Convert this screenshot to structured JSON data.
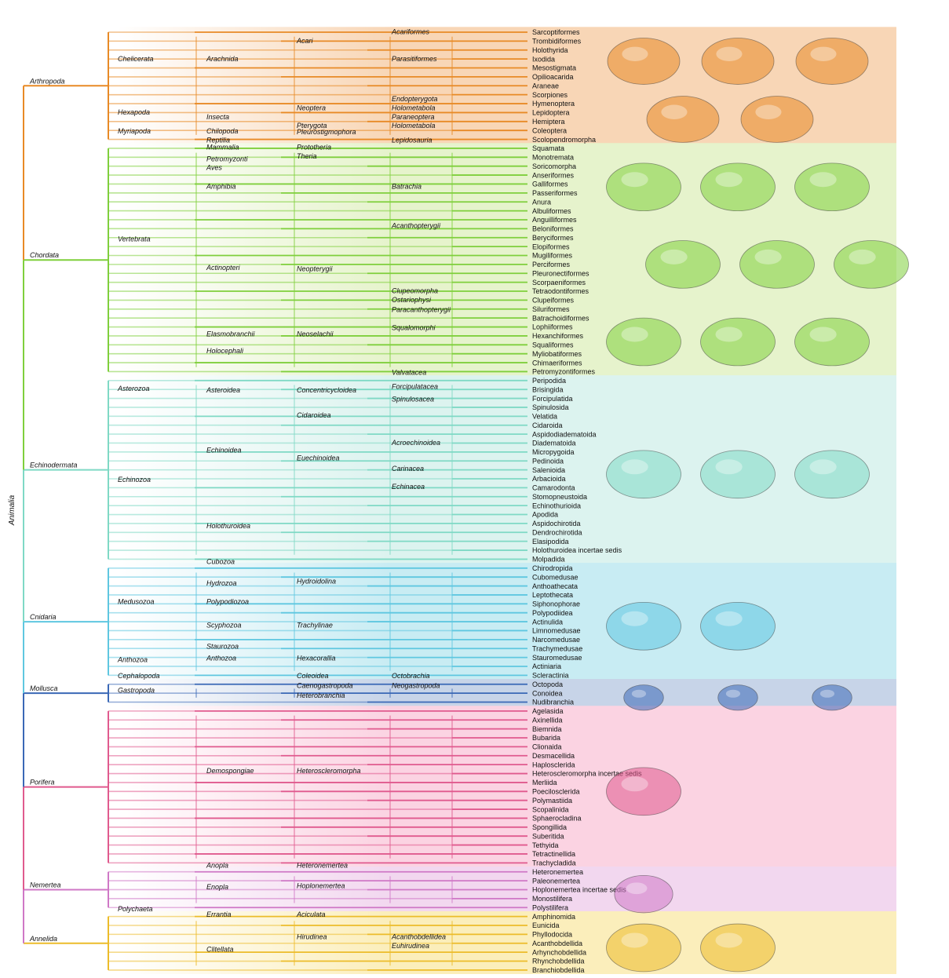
{
  "root": "Animalia",
  "phyla": [
    {
      "name": "Arthropoda",
      "color": "#e88a26",
      "band": "#f8d6b6",
      "leaves": [
        "Sarcoptiformes",
        "Trombidiformes",
        "Holothyrida",
        "Ixodida",
        "Mesostigmata",
        "Opilioacarida",
        "Araneae",
        "Scorpiones",
        "Hymenoptera",
        "Lepidoptera",
        "Hemiptera",
        "Coleoptera",
        "Scolopendromorpha"
      ],
      "labels": [
        {
          "text": "Chelicerata",
          "col": 1,
          "row": 3.5
        },
        {
          "text": "Arachnida",
          "col": 2,
          "row": 3.5
        },
        {
          "text": "Acari",
          "col": 3,
          "row": 1.5
        },
        {
          "text": "Acariformes",
          "col": 4,
          "row": 0.5
        },
        {
          "text": "Parasitiformes",
          "col": 4,
          "row": 3.5
        },
        {
          "text": "Hexapoda",
          "col": 1,
          "row": 9.5
        },
        {
          "text": "Insecta",
          "col": 2,
          "row": 10
        },
        {
          "text": "Neoptera",
          "col": 3,
          "row": 9
        },
        {
          "text": "Endopterygota",
          "col": 4,
          "row": 8
        },
        {
          "text": "Holometabola",
          "col": 4,
          "row": 9
        },
        {
          "text": "Paraneoptera",
          "col": 4,
          "row": 10
        },
        {
          "text": "Pterygota",
          "col": 3,
          "row": 11
        },
        {
          "text": "Holometabola",
          "col": 4,
          "row": 11
        },
        {
          "text": "Myriapoda",
          "col": 1,
          "row": 11.6
        },
        {
          "text": "Chilopoda",
          "col": 2,
          "row": 11.6
        },
        {
          "text": "Pleurostigmophora",
          "col": 3,
          "row": 11.7
        }
      ]
    },
    {
      "name": "Chordata",
      "color": "#7fcf3c",
      "band": "#e6f3cc",
      "leaves": [
        "Squamata",
        "Monotremata",
        "Soricomorpha",
        "Anseriformes",
        "Galliformes",
        "Passeriformes",
        "Anura",
        "Albuliformes",
        "Anguilliformes",
        "Beloniformes",
        "Beryciformes",
        "Elopiformes",
        "Mugiliformes",
        "Perciformes",
        "Pleuronectiformes",
        "Scorpaeniformes",
        "Tetraodontiformes",
        "Clupeiformes",
        "Siluriformes",
        "Batrachoidiformes",
        "Lophiiformes",
        "Hexanchiformes",
        "Squaliformes",
        "Myliobatiformes",
        "Chimaeriformes",
        "Petromyzontiformes"
      ],
      "labels": [
        {
          "text": "Reptilia",
          "col": 2,
          "row": -0.4
        },
        {
          "text": "Lepidosauria",
          "col": 4,
          "row": -0.4
        },
        {
          "text": "Mammalia",
          "col": 2,
          "row": 0.4
        },
        {
          "text": "Prototheria",
          "col": 3,
          "row": 0.4
        },
        {
          "text": "Theria",
          "col": 3,
          "row": 1.4
        },
        {
          "text": "Petromyzonti",
          "col": 2,
          "row": 1.7
        },
        {
          "text": "Aves",
          "col": 2,
          "row": 2.7
        },
        {
          "text": "Amphibia",
          "col": 2,
          "row": 4.8
        },
        {
          "text": "Batrachia",
          "col": 4,
          "row": 4.8
        },
        {
          "text": "Vertebrata",
          "col": 1,
          "row": 10.7
        },
        {
          "text": "Acanthopterygii",
          "col": 4,
          "row": 9.2
        },
        {
          "text": "Actinopteri",
          "col": 2,
          "row": 13.9
        },
        {
          "text": "Neopterygii",
          "col": 3,
          "row": 14
        },
        {
          "text": "Clupeomorpha",
          "col": 4,
          "row": 16.5
        },
        {
          "text": "Ostariophysi",
          "col": 4,
          "row": 17.5
        },
        {
          "text": "Paracanthopterygii",
          "col": 4,
          "row": 18.6
        },
        {
          "text": "Squalomorphi",
          "col": 4,
          "row": 20.6
        },
        {
          "text": "Elasmobranchii",
          "col": 2,
          "row": 21.3
        },
        {
          "text": "Neoselachii",
          "col": 3,
          "row": 21.3
        },
        {
          "text": "Holocephali",
          "col": 2,
          "row": 23.2
        }
      ]
    },
    {
      "name": "Echinodermata",
      "color": "#7fd9c5",
      "band": "#dcf3ef",
      "leaves": [
        "Peripodida",
        "Brisingida",
        "Forcipulatida",
        "Spinulosida",
        "Velatida",
        "Cidaroida",
        "Aspidodiadematoida",
        "Diadematoida",
        "Micropygoida",
        "Pedinoida",
        "Salenioida",
        "Arbacioida",
        "Camarodonta",
        "Stomopneustoida",
        "Echinothurioida",
        "Apodida",
        "Aspidochirotida",
        "Dendrochirotida",
        "Elasipodida",
        "Holothuroidea incertae sedis",
        "Molpadida"
      ],
      "labels": [
        {
          "text": "Valvatacea",
          "col": 4,
          "row": -0.4
        },
        {
          "text": "Asterozoa",
          "col": 1,
          "row": 1.4
        },
        {
          "text": "Asteroidea",
          "col": 2,
          "row": 1.6
        },
        {
          "text": "Concentricycloidea",
          "col": 3,
          "row": 1.6
        },
        {
          "text": "Forcipulatacea",
          "col": 4,
          "row": 1.2
        },
        {
          "text": "Spinulosacea",
          "col": 4,
          "row": 2.6
        },
        {
          "text": "Cidaroidea",
          "col": 3,
          "row": 4.4
        },
        {
          "text": "Acroechinoidea",
          "col": 4,
          "row": 7.5
        },
        {
          "text": "Echinoidea",
          "col": 2,
          "row": 8.3
        },
        {
          "text": "Euechinoidea",
          "col": 3,
          "row": 9.2
        },
        {
          "text": "Carinacea",
          "col": 4,
          "row": 10.4
        },
        {
          "text": "Echinozoa",
          "col": 1,
          "row": 11.6
        },
        {
          "text": "Echinacea",
          "col": 4,
          "row": 12.4
        },
        {
          "text": "Holothuroidea",
          "col": 2,
          "row": 16.8
        }
      ]
    },
    {
      "name": "Cnidaria",
      "color": "#5fc7e0",
      "band": "#c8ecf3",
      "leaves": [
        "Chirodropida",
        "Cubomedusae",
        "Anthoathecata",
        "Leptothecata",
        "Siphonophorae",
        "Polypodiidea",
        "Actinulida",
        "Limnomedusae",
        "Narcomedusae",
        "Trachymedusae",
        "Stauromedusae",
        "Actiniaria",
        "Scleractinia"
      ],
      "labels": [
        {
          "text": "Cubozoa",
          "col": 2,
          "row": -0.2
        },
        {
          "text": "Hydrozoa",
          "col": 2,
          "row": 2.2
        },
        {
          "text": "Hydroidolina",
          "col": 3,
          "row": 2
        },
        {
          "text": "Medusozoa",
          "col": 1,
          "row": 4.3
        },
        {
          "text": "Polypodiozoa",
          "col": 2,
          "row": 4.3
        },
        {
          "text": "Scyphozoa",
          "col": 2,
          "row": 6.9
        },
        {
          "text": "Trachylinae",
          "col": 3,
          "row": 6.9
        },
        {
          "text": "Staurozoa",
          "col": 2,
          "row": 9.3
        },
        {
          "text": "Anthozoa",
          "col": 1,
          "row": 10.8
        },
        {
          "text": "Anthozoa",
          "col": 2,
          "row": 10.6
        },
        {
          "text": "Hexacorallia",
          "col": 3,
          "row": 10.6
        }
      ]
    },
    {
      "name": "Mollusca",
      "color": "#3a68b6",
      "band": "#c7d4e8",
      "leaves": [
        "Octopoda",
        "Conoidea",
        "Nudibranchia"
      ],
      "labels": [
        {
          "text": "Cephalopoda",
          "col": 1,
          "row": -0.4
        },
        {
          "text": "Coleoidea",
          "col": 3,
          "row": -0.4
        },
        {
          "text": "Octobrachia",
          "col": 4,
          "row": -0.4
        },
        {
          "text": "Gastropoda",
          "col": 1,
          "row": 1.2
        },
        {
          "text": "Caenogastropoda",
          "col": 3,
          "row": 0.7
        },
        {
          "text": "Neogastropoda",
          "col": 4,
          "row": 0.7
        },
        {
          "text": "Heterobranchia",
          "col": 3,
          "row": 1.8
        }
      ]
    },
    {
      "name": "Porifera",
      "color": "#e05a8e",
      "band": "#fbd3e2",
      "leaves": [
        "Agelasida",
        "Axinellida",
        "Biemnida",
        "Bubarida",
        "Clionaida",
        "Desmacellida",
        "Haplosclerida",
        "Heteroscleromorpha incertae sedis",
        "Merliida",
        "Poecilosclerida",
        "Polymastiida",
        "Scopalinida",
        "Sphaerocladina",
        "Spongillida",
        "Suberitida",
        "Tethyida",
        "Tetractinellida",
        "Trachycladida"
      ],
      "labels": [
        {
          "text": "Demospongiae",
          "col": 2,
          "row": 7.2
        },
        {
          "text": "Heteroscleromorpha",
          "col": 3,
          "row": 7.2
        }
      ]
    },
    {
      "name": "Nemertea",
      "color": "#cf78c6",
      "band": "#f2d7ef",
      "leaves": [
        "Heteronemertea",
        "Paleonemertea",
        "Hoplonemertea incertae sedis",
        "Monostilifera",
        "Polystilifera"
      ],
      "labels": [
        {
          "text": "Anopla",
          "col": 2,
          "row": -0.2
        },
        {
          "text": "Heteronemertea",
          "col": 3,
          "row": -0.2
        },
        {
          "text": "Enopla",
          "col": 2,
          "row": 2.2
        },
        {
          "text": "Hoplonemertea",
          "col": 3,
          "row": 2.1
        }
      ]
    },
    {
      "name": "Annelida",
      "color": "#ecbc2a",
      "band": "#fbeebb",
      "leaves": [
        "Amphinomida",
        "Eunicida",
        "Phyllodocida",
        "Acanthobdellida",
        "Arhynchobdellida",
        "Rhynchobdellida",
        "Branchiobdellida"
      ],
      "labels": [
        {
          "text": "Polychaeta",
          "col": 1,
          "row": -0.3
        },
        {
          "text": "Errantia",
          "col": 2,
          "row": 0.3
        },
        {
          "text": "Aciculata",
          "col": 3,
          "row": 0.3
        },
        {
          "text": "Hirudinea",
          "col": 3,
          "row": 2.8
        },
        {
          "text": "Acanthobdellidea",
          "col": 4,
          "row": 2.8
        },
        {
          "text": "Clitellata",
          "col": 2,
          "row": 4.2
        },
        {
          "text": "Euhirudinea",
          "col": 4,
          "row": 3.8
        }
      ]
    }
  ],
  "illustrations": [
    {
      "name": "tick-illustration",
      "phylum": 0
    },
    {
      "name": "spider-illustration",
      "phylum": 0
    },
    {
      "name": "scorpion-illustration",
      "phylum": 0
    },
    {
      "name": "wasp-illustration",
      "phylum": 0
    },
    {
      "name": "centipede-illustration",
      "phylum": 0
    },
    {
      "name": "snake-illustration",
      "phylum": 1
    },
    {
      "name": "platypus-illustration",
      "phylum": 1
    },
    {
      "name": "goose-illustration",
      "phylum": 1
    },
    {
      "name": "frog-illustration",
      "phylum": 1
    },
    {
      "name": "lionfish-illustration",
      "phylum": 1
    },
    {
      "name": "eel-illustration",
      "phylum": 1
    },
    {
      "name": "catfish-illustration",
      "phylum": 1
    },
    {
      "name": "ray-illustration",
      "phylum": 1
    },
    {
      "name": "shark-illustration",
      "phylum": 1
    },
    {
      "name": "starfish-illustration",
      "phylum": 2
    },
    {
      "name": "urchin-illustration",
      "phylum": 2
    },
    {
      "name": "sea-cucumber-illustration",
      "phylum": 2
    },
    {
      "name": "jellyfish-illustration",
      "phylum": 3
    },
    {
      "name": "siphonophore-illustration",
      "phylum": 3
    },
    {
      "name": "octopus-illustration",
      "phylum": 4
    },
    {
      "name": "cone-snail-illustration",
      "phylum": 4
    },
    {
      "name": "nudibranch-illustration",
      "phylum": 4
    },
    {
      "name": "sponge-illustration",
      "phylum": 5
    },
    {
      "name": "ribbon-worm-illustration",
      "phylum": 6
    },
    {
      "name": "bristle-worm-illustration",
      "phylum": 7
    },
    {
      "name": "leech-illustration",
      "phylum": 7
    }
  ]
}
